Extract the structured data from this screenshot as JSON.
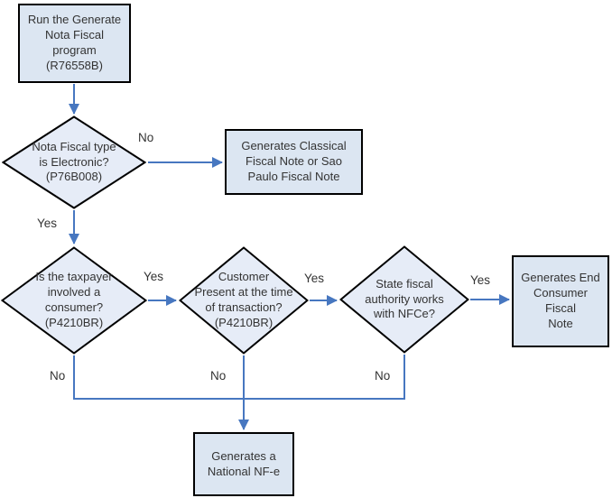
{
  "diagram": {
    "title": "Generate Nota Fiscal flowchart",
    "colors": {
      "shape_fill": "#dce6f2",
      "diamond_fill": "#e6ecf7",
      "shape_border": "#000000",
      "connector": "#4777c0",
      "text": "#333333"
    },
    "nodes": {
      "run_program": "Run the Generate\nNota Fiscal\nprogram\n(R76558B)",
      "electronic_decision": "Nota Fiscal type\nis Electronic?\n(P76B008)",
      "classical_note": "Generates Classical\nFiscal Note or Sao\nPaulo Fiscal Note",
      "taxpayer_decision": "Is the taxpayer\ninvolved a\nconsumer?\n(P4210BR)",
      "customer_decision": "Customer\nPresent at the time\nof transaction?\n(P4210BR)",
      "state_decision": "State fiscal\nauthority works\nwith NFCe?",
      "end_consumer_note": "Generates End\nConsumer Fiscal\nNote",
      "national_nfe": "Generates a\nNational NF-e"
    },
    "edge_labels": {
      "electronic_no": "No",
      "electronic_yes": "Yes",
      "taxpayer_yes": "Yes",
      "customer_yes": "Yes",
      "state_yes": "Yes",
      "taxpayer_no": "No",
      "customer_no": "No",
      "state_no": "No"
    }
  }
}
